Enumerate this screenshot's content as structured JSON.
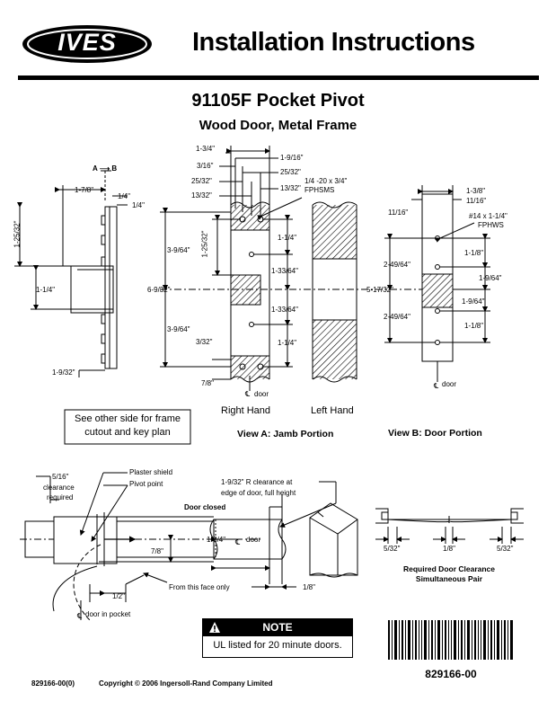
{
  "brand": {
    "logo_text": "IVES"
  },
  "header": {
    "title": "Installation Instructions",
    "product": "91105F Pocket Pivot",
    "subtitle": "Wood Door, Metal Frame"
  },
  "view_a": {
    "caption": "View A: Jamb Portion",
    "section_a": "A",
    "section_b": "B",
    "right_hand": "Right Hand",
    "left_hand": "Left Hand",
    "cl_door": "door",
    "screws": "1/4 -20 x 3/4\"",
    "screws_type": "FPHSMS",
    "dims": {
      "d1": "1-3/4\"",
      "d2": "1-9/16\"",
      "d3": "3/16\"",
      "d4": "25/32\"",
      "d5": "25/32\"",
      "d6": "13/32\"",
      "d7": "13/32\"",
      "d8": "1-7/8\"",
      "d9": "1/4\"",
      "d10": "1/4\"",
      "d11": "1-25/32\"",
      "d12": "1-1/4\"",
      "d13": "1-9/32\"",
      "d14": "3-9/64\"",
      "d15": "3-9/64\"",
      "d16": "1-25/32\"",
      "d17": "6-9/32\"",
      "d18": "3/32\"",
      "d19": "7/8\"",
      "d20": "1-1/4\"",
      "d21": "1-33/64\"",
      "d22": "1-33/64\"",
      "d23": "1-1/4\"",
      "d24": "5-17/32\""
    }
  },
  "view_b": {
    "caption": "View B: Door Portion",
    "cl_door": "door",
    "screws": "#14 x 1-1/4\"",
    "screws_type": "FPHWS",
    "dims": {
      "e1": "1-3/8\"",
      "e2": "11/16\"",
      "e3": "11/16\"",
      "e4": "2-49/64\"",
      "e5": "2-49/64\"",
      "e6": "1-1/8\"",
      "e7": "1-9/64\"",
      "e8": "1-9/64\"",
      "e9": "1-1/8\""
    }
  },
  "frame_note": {
    "line1": "See other side for frame",
    "line2": "cutout and key plan"
  },
  "plan": {
    "clearance1": "5/16\"",
    "clearance2": "clearance",
    "clearance3": "required",
    "plaster_shield": "Plaster shield",
    "pivot_point": "Pivot point",
    "r_clear1": "1-9/32\" R clearance at",
    "r_clear2": "edge of door, full height",
    "door_closed": "Door closed",
    "d_134": "1-3/4\"",
    "cl_door": "door",
    "d_78": "7/8\"",
    "from_face": "From this face only",
    "d_18": "1/8\"",
    "d_12": "1/2\"",
    "cl_pocket": "door  in pocket"
  },
  "pair": {
    "d1": "5/32\"",
    "d2": "1/8\"",
    "d3": "5/32\"",
    "label1": "Required Door Clearance",
    "label2": "Simultaneous Pair"
  },
  "note": {
    "heading": "NOTE",
    "text": "UL listed for 20 minute doors."
  },
  "footer": {
    "part_no": "829166-00(0)",
    "copyright": "Copyright",
    "company": "2006 Ingersoll-Rand Company Limited",
    "barcode_no": "829166-00"
  }
}
